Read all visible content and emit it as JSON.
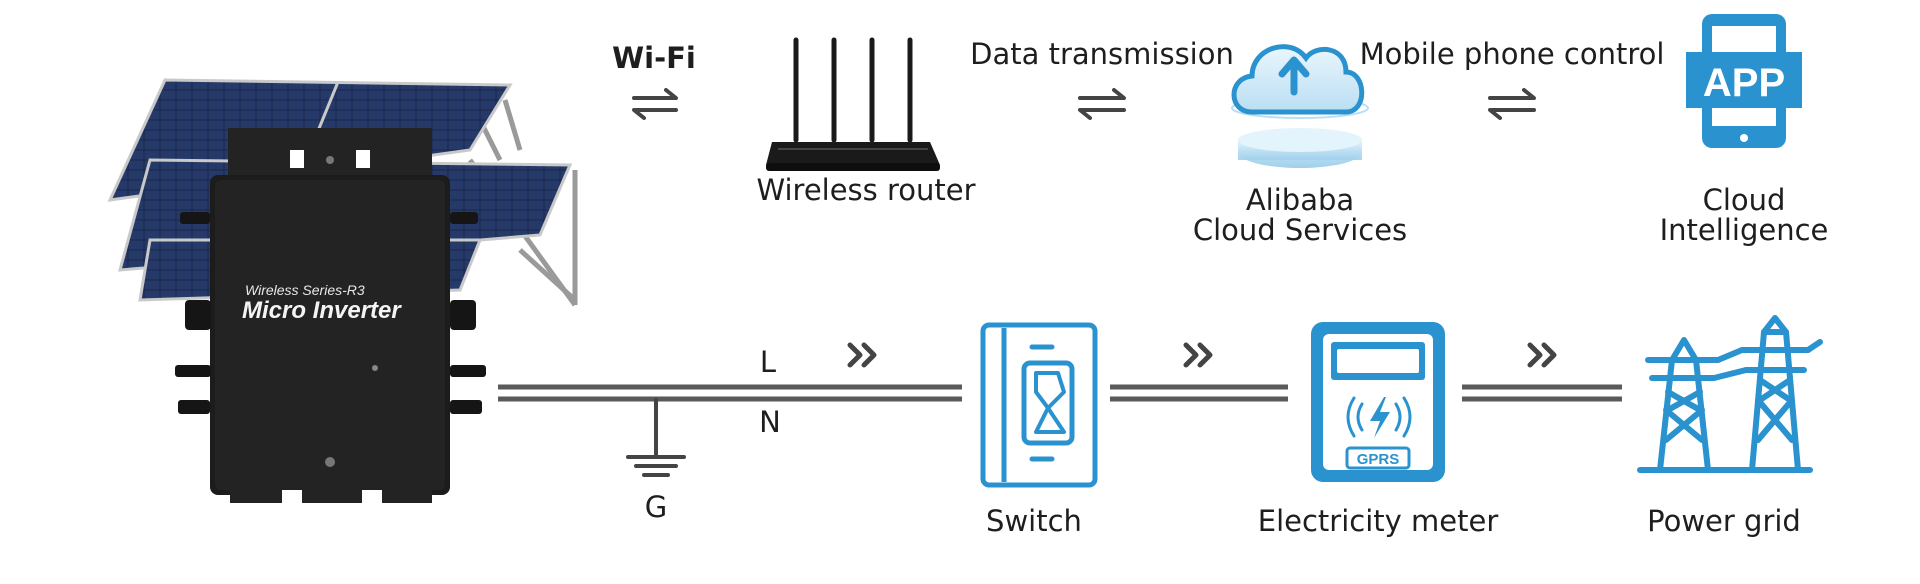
{
  "labels": {
    "wifi": "Wi-Fi",
    "data_transmission": "Data transmission",
    "mobile_control": "Mobile phone control",
    "wireless_router": "Wireless router",
    "cloud_line1": "Alibaba",
    "cloud_line2": "Cloud Services",
    "intel_line1": "Cloud",
    "intel_line2": "Intelligence",
    "app": "APP",
    "inverter_series": "Wireless Series-R3",
    "inverter_name": "Micro Inverter",
    "line_l": "L",
    "line_n": "N",
    "ground": "G",
    "switch": "Switch",
    "meter": "Electricity meter",
    "meter_gprs": "GPRS",
    "grid": "Power grid"
  },
  "colors": {
    "accent": "#2a93cf",
    "line": "#5a5a5a",
    "inverter": "#1c1c1c"
  }
}
